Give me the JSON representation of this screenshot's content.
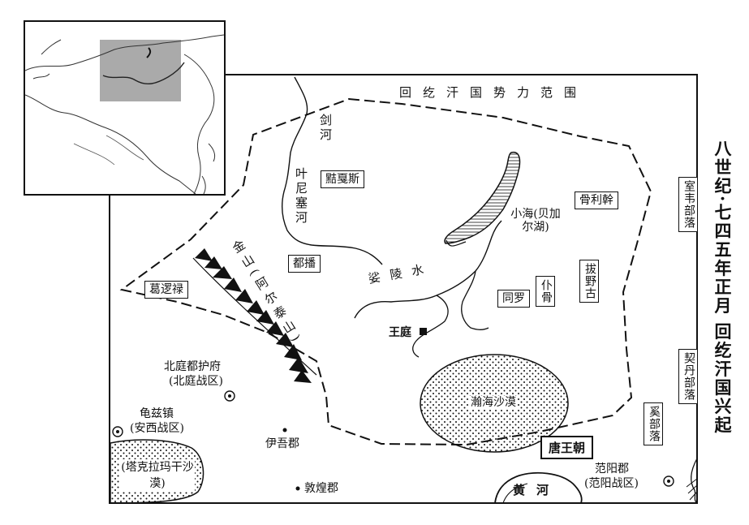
{
  "map": {
    "title": "八世纪·七四五年正月 回纥汗国兴起",
    "sphere_label": "回纥汗国势力范围",
    "regions": {
      "xiajiasi": "黠戛斯",
      "gulikan": "骨利幹",
      "dubo": "都播",
      "geluolu": "葛逻禄",
      "tongluo": "同罗",
      "pugu": "仆骨",
      "bayegu": "拔野古",
      "shiwei": "室韦部落",
      "qidan": "契丹部落",
      "xi": "奚部落",
      "tang": "唐王朝"
    },
    "rivers": {
      "jianhe": "剑河",
      "yenisei": "叶尼塞河",
      "selenga": "娑陵水",
      "yellow": "黄河"
    },
    "lakes": {
      "baikal": "小海(贝加尔湖)"
    },
    "mountains": {
      "altai": "金山(阿尔泰山)"
    },
    "deserts": {
      "gobi": "瀚海沙漠",
      "taklamakan": "(塔克拉玛干沙漠)"
    },
    "capital": "王庭",
    "places": {
      "beiting": "北庭都护府",
      "beiting_sub": "(北庭战区)",
      "qiuci": "龟兹镇",
      "qiuci_sub": "(安西战区)",
      "yiwu": "伊吾郡",
      "dunhuang": "敦煌郡",
      "fanyang": "范阳郡",
      "fanyang_sub": "(范阳战区)"
    }
  }
}
